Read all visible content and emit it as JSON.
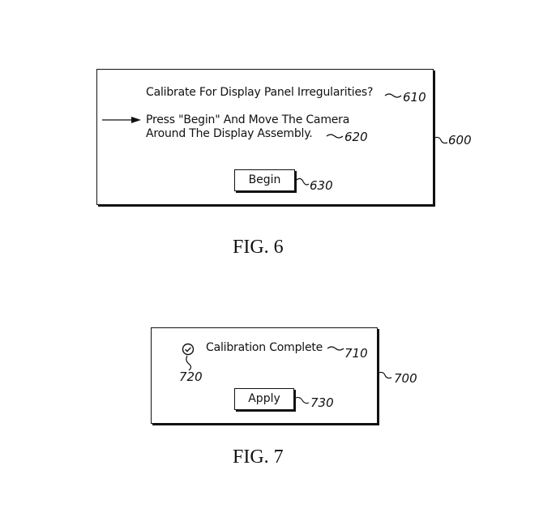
{
  "fig6": {
    "caption": "FIG. 6",
    "frame_ref": "600",
    "question": "Calibrate For Display Panel Irregularities?",
    "question_ref": "610",
    "instruction_line1": "Press \"Begin\" And Move The Camera",
    "instruction_line2": "Around The Display Assembly.",
    "instruction_ref": "620",
    "button_label": "Begin",
    "button_ref": "630"
  },
  "fig7": {
    "caption": "FIG. 7",
    "frame_ref": "700",
    "status_text": "Calibration Complete",
    "status_ref": "710",
    "check_icon": "check-circle-icon",
    "check_ref": "720",
    "button_label": "Apply",
    "button_ref": "730"
  }
}
